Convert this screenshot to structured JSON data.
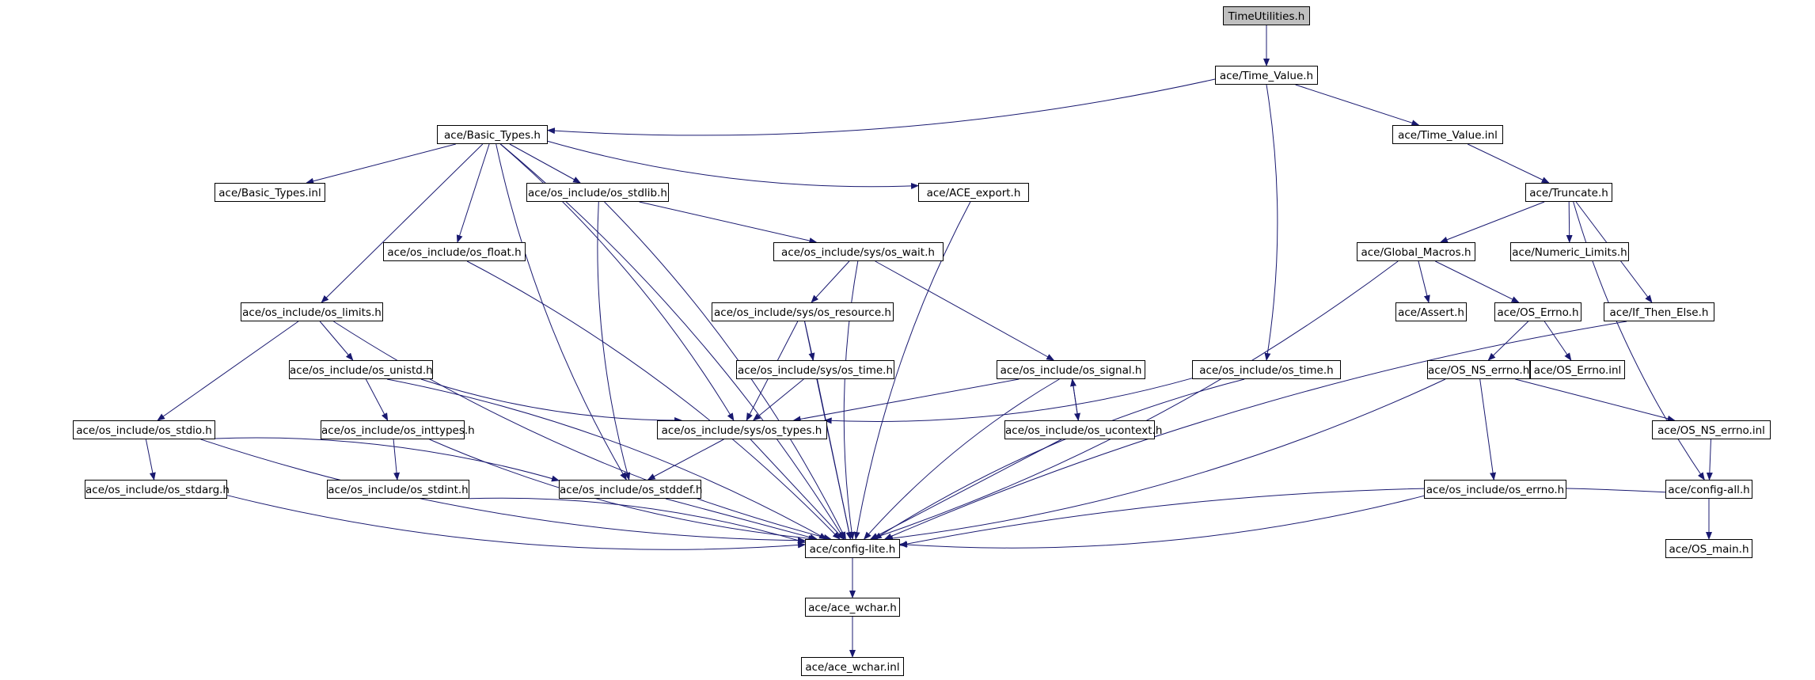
{
  "graph": {
    "root": "TimeUtilities.h",
    "colors": {
      "edge": "#191970",
      "root_fill": "#bfbfbf",
      "node_fill": "#ffffff",
      "border": "#000000"
    },
    "nodes": [
      {
        "id": "TimeUtilities",
        "label": "TimeUtilities.h"
      },
      {
        "id": "Time_Value",
        "label": "ace/Time_Value.h"
      },
      {
        "id": "Basic_Types",
        "label": "ace/Basic_Types.h"
      },
      {
        "id": "Time_Value_inl",
        "label": "ace/Time_Value.inl"
      },
      {
        "id": "Basic_Types_inl",
        "label": "ace/Basic_Types.inl"
      },
      {
        "id": "os_stdlib",
        "label": "ace/os_include/os_stdlib.h"
      },
      {
        "id": "ACE_export",
        "label": "ace/ACE_export.h"
      },
      {
        "id": "Truncate",
        "label": "ace/Truncate.h"
      },
      {
        "id": "os_float",
        "label": "ace/os_include/os_float.h"
      },
      {
        "id": "os_wait",
        "label": "ace/os_include/sys/os_wait.h"
      },
      {
        "id": "Global_Macros",
        "label": "ace/Global_Macros.h"
      },
      {
        "id": "Numeric_Limits",
        "label": "ace/Numeric_Limits.h"
      },
      {
        "id": "os_limits",
        "label": "ace/os_include/os_limits.h"
      },
      {
        "id": "os_resource",
        "label": "ace/os_include/sys/os_resource.h"
      },
      {
        "id": "Assert",
        "label": "ace/Assert.h"
      },
      {
        "id": "OS_Errno",
        "label": "ace/OS_Errno.h"
      },
      {
        "id": "If_Then_Else",
        "label": "ace/If_Then_Else.h"
      },
      {
        "id": "os_unistd",
        "label": "ace/os_include/os_unistd.h"
      },
      {
        "id": "sys_os_time",
        "label": "ace/os_include/sys/os_time.h"
      },
      {
        "id": "os_signal",
        "label": "ace/os_include/os_signal.h"
      },
      {
        "id": "os_time",
        "label": "ace/os_include/os_time.h"
      },
      {
        "id": "OS_NS_errno",
        "label": "ace/OS_NS_errno.h"
      },
      {
        "id": "OS_Errno_inl",
        "label": "ace/OS_Errno.inl"
      },
      {
        "id": "os_stdio",
        "label": "ace/os_include/os_stdio.h"
      },
      {
        "id": "os_inttypes",
        "label": "ace/os_include/os_inttypes.h"
      },
      {
        "id": "os_types",
        "label": "ace/os_include/sys/os_types.h"
      },
      {
        "id": "os_ucontext",
        "label": "ace/os_include/os_ucontext.h"
      },
      {
        "id": "OS_NS_errno_inl",
        "label": "ace/OS_NS_errno.inl"
      },
      {
        "id": "os_stdarg",
        "label": "ace/os_include/os_stdarg.h"
      },
      {
        "id": "os_stdint",
        "label": "ace/os_include/os_stdint.h"
      },
      {
        "id": "os_stddef",
        "label": "ace/os_include/os_stddef.h"
      },
      {
        "id": "os_errno",
        "label": "ace/os_include/os_errno.h"
      },
      {
        "id": "config_all",
        "label": "ace/config-all.h"
      },
      {
        "id": "config_lite",
        "label": "ace/config-lite.h"
      },
      {
        "id": "OS_main",
        "label": "ace/OS_main.h"
      },
      {
        "id": "ace_wchar",
        "label": "ace/ace_wchar.h"
      },
      {
        "id": "ace_wchar_inl",
        "label": "ace/ace_wchar.inl"
      }
    ],
    "edges": [
      [
        "TimeUtilities",
        "Time_Value"
      ],
      [
        "Time_Value",
        "Basic_Types"
      ],
      [
        "Time_Value",
        "Time_Value_inl"
      ],
      [
        "Time_Value",
        "os_time"
      ],
      [
        "Basic_Types",
        "Basic_Types_inl"
      ],
      [
        "Basic_Types",
        "os_stdlib"
      ],
      [
        "Basic_Types",
        "ACE_export"
      ],
      [
        "Basic_Types",
        "os_float"
      ],
      [
        "Basic_Types",
        "os_limits"
      ],
      [
        "Basic_Types",
        "os_types"
      ],
      [
        "Basic_Types",
        "os_stddef"
      ],
      [
        "Basic_Types",
        "config_lite"
      ],
      [
        "Time_Value_inl",
        "Truncate"
      ],
      [
        "os_stdlib",
        "os_wait"
      ],
      [
        "os_stdlib",
        "os_stddef"
      ],
      [
        "os_stdlib",
        "config_lite"
      ],
      [
        "ACE_export",
        "config_lite"
      ],
      [
        "Truncate",
        "Global_Macros"
      ],
      [
        "Truncate",
        "Numeric_Limits"
      ],
      [
        "Truncate",
        "If_Then_Else"
      ],
      [
        "Truncate",
        "config_all"
      ],
      [
        "os_float",
        "config_lite"
      ],
      [
        "os_wait",
        "os_resource"
      ],
      [
        "os_wait",
        "os_signal"
      ],
      [
        "os_wait",
        "config_lite"
      ],
      [
        "Global_Macros",
        "Assert"
      ],
      [
        "Global_Macros",
        "OS_Errno"
      ],
      [
        "Global_Macros",
        "config_lite"
      ],
      [
        "os_limits",
        "os_unistd"
      ],
      [
        "os_limits",
        "os_stdio"
      ],
      [
        "os_limits",
        "config_lite"
      ],
      [
        "os_resource",
        "sys_os_time"
      ],
      [
        "os_resource",
        "os_types"
      ],
      [
        "os_resource",
        "config_lite"
      ],
      [
        "OS_Errno",
        "OS_NS_errno"
      ],
      [
        "OS_Errno",
        "OS_Errno_inl"
      ],
      [
        "If_Then_Else",
        "config_lite"
      ],
      [
        "os_unistd",
        "os_inttypes"
      ],
      [
        "os_unistd",
        "os_types"
      ],
      [
        "os_unistd",
        "config_lite"
      ],
      [
        "sys_os_time",
        "os_types"
      ],
      [
        "sys_os_time",
        "config_lite"
      ],
      [
        "os_signal",
        "os_types"
      ],
      [
        "os_signal",
        "os_ucontext"
      ],
      [
        "os_signal",
        "config_lite"
      ],
      [
        "os_time",
        "os_types"
      ],
      [
        "os_time",
        "config_lite"
      ],
      [
        "OS_NS_errno",
        "os_errno"
      ],
      [
        "OS_NS_errno",
        "OS_NS_errno_inl"
      ],
      [
        "OS_NS_errno",
        "config_lite"
      ],
      [
        "os_stdio",
        "os_stdarg"
      ],
      [
        "os_stdio",
        "os_stddef"
      ],
      [
        "os_stdio",
        "config_lite"
      ],
      [
        "os_inttypes",
        "os_stdint"
      ],
      [
        "os_inttypes",
        "config_lite"
      ],
      [
        "os_types",
        "os_stddef"
      ],
      [
        "os_types",
        "config_lite"
      ],
      [
        "os_ucontext",
        "os_signal"
      ],
      [
        "os_ucontext",
        "config_lite"
      ],
      [
        "OS_NS_errno_inl",
        "config_all"
      ],
      [
        "os_stdarg",
        "config_lite"
      ],
      [
        "os_stdint",
        "config_lite"
      ],
      [
        "os_stddef",
        "config_lite"
      ],
      [
        "os_errno",
        "config_lite"
      ],
      [
        "config_all",
        "config_lite"
      ],
      [
        "config_all",
        "OS_main"
      ],
      [
        "config_lite",
        "ace_wchar"
      ],
      [
        "ace_wchar",
        "ace_wchar_inl"
      ]
    ]
  }
}
